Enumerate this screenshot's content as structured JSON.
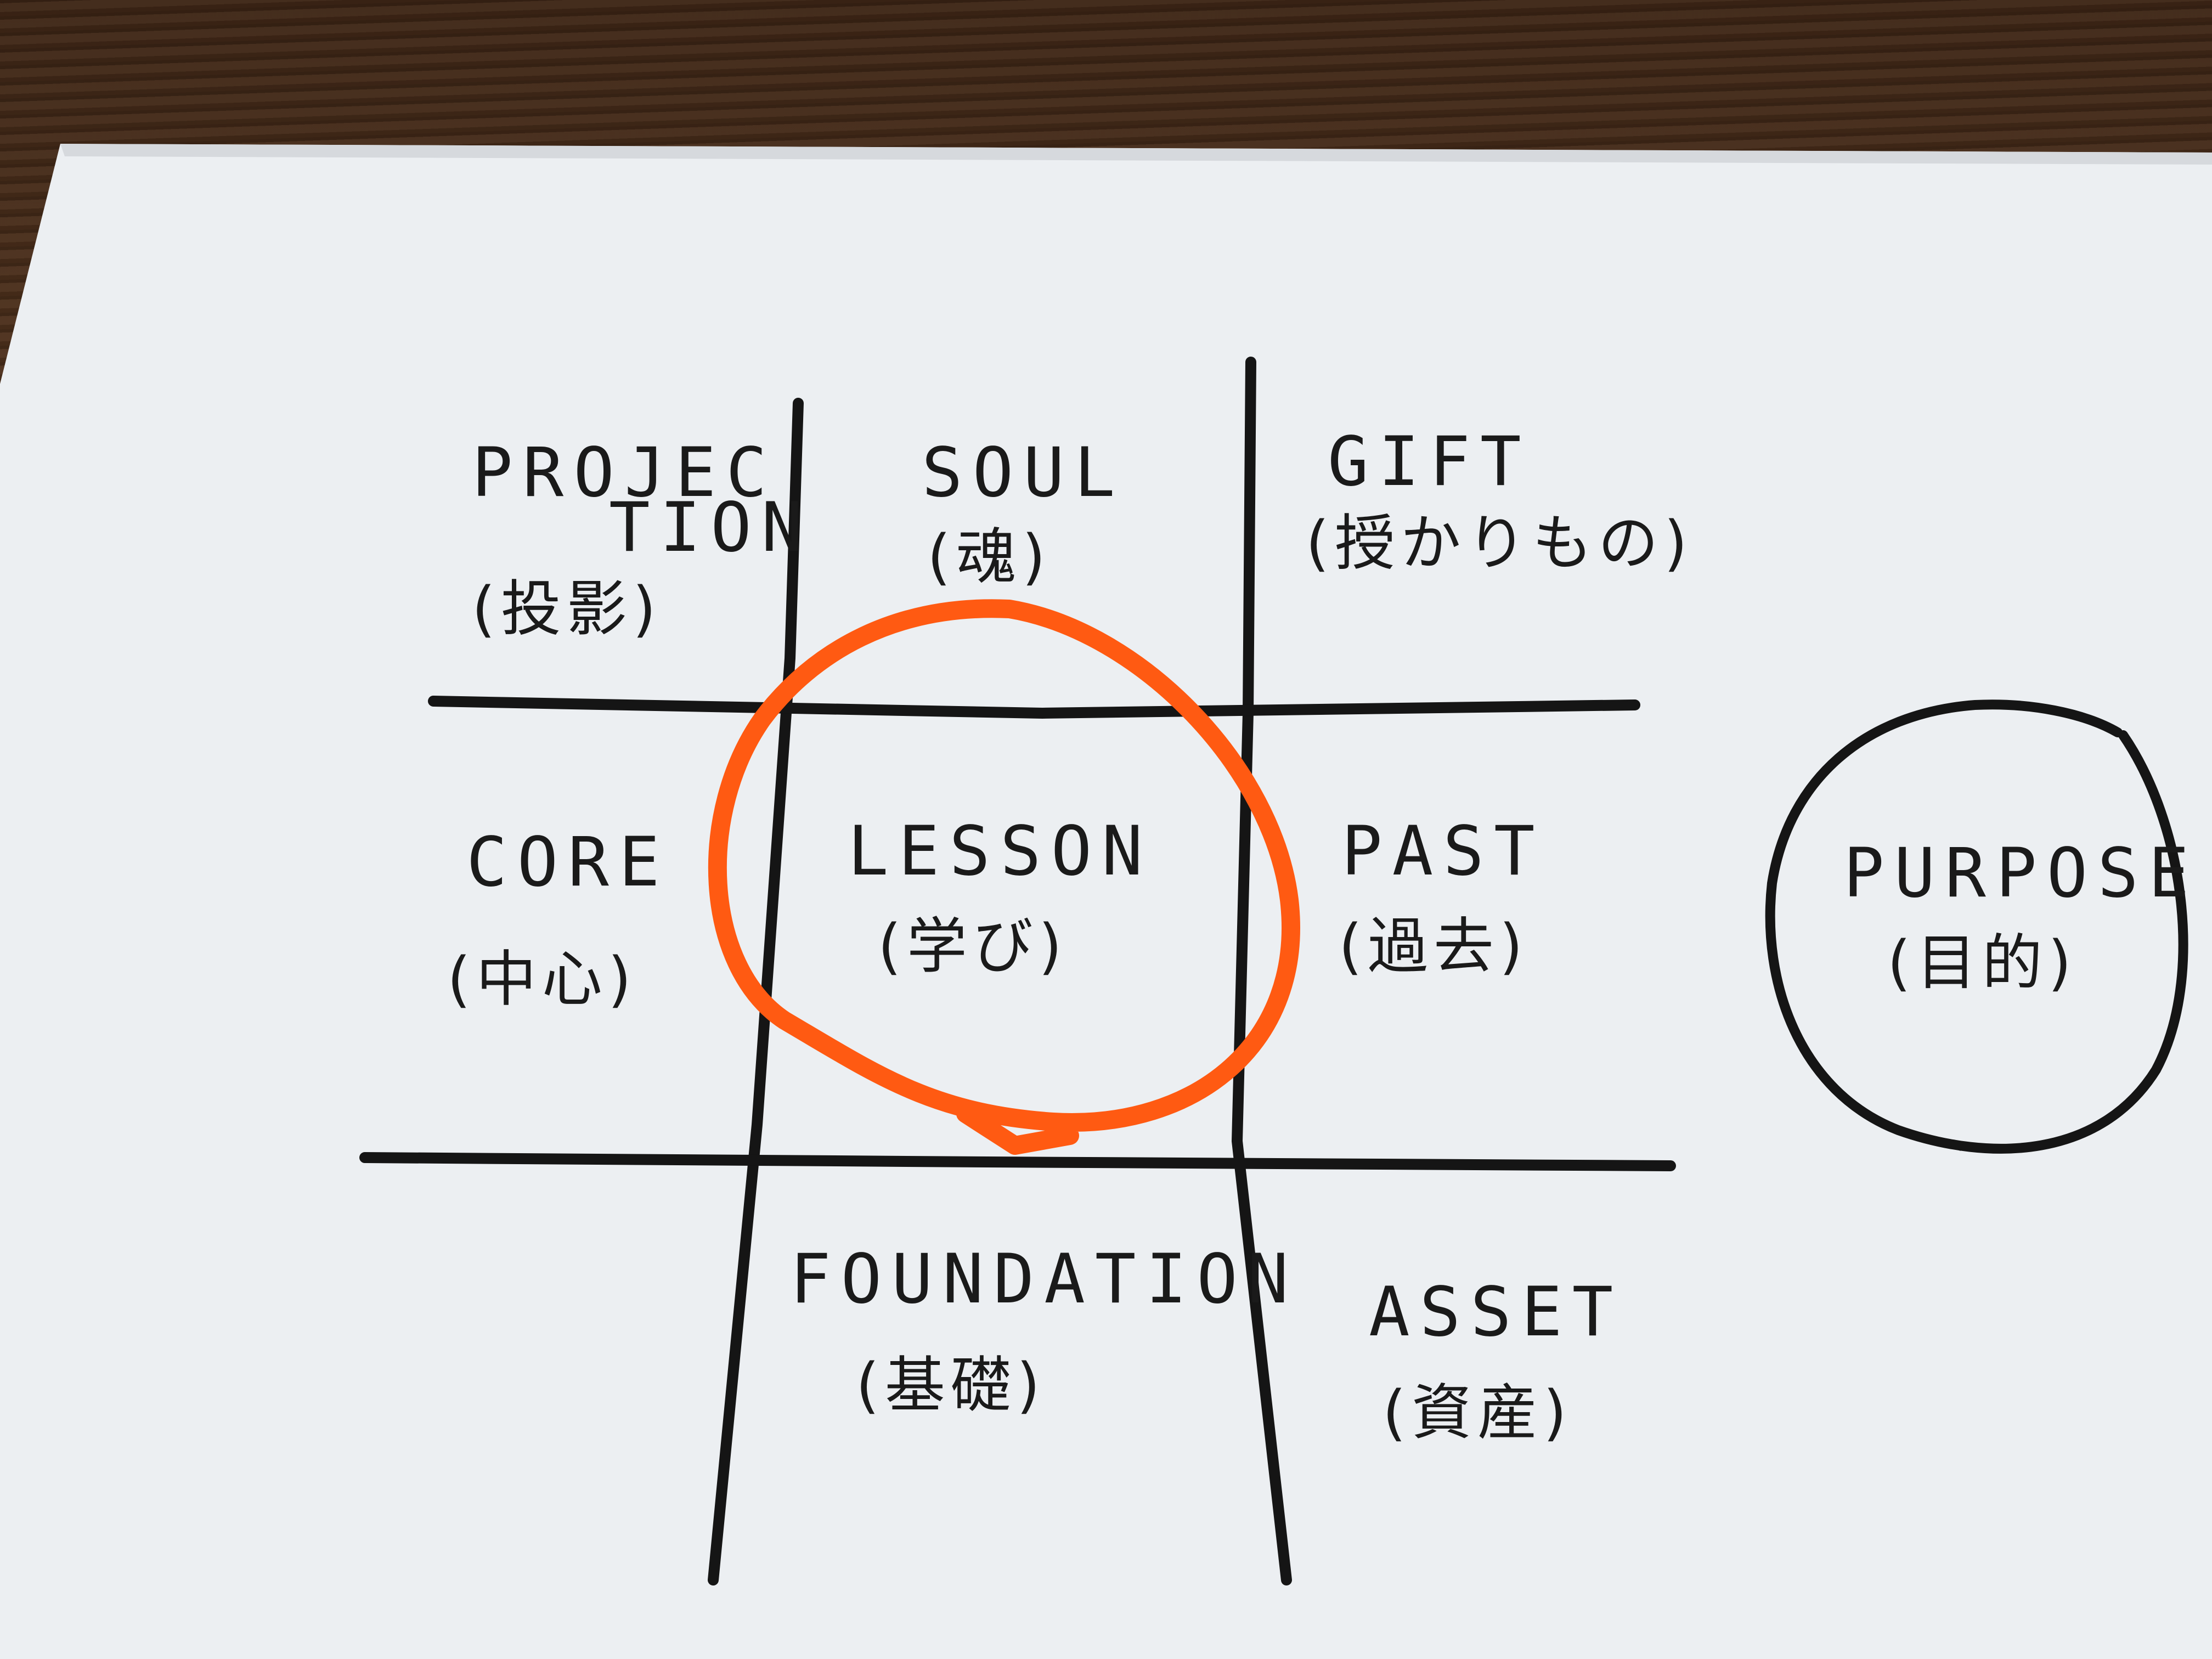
{
  "grid": {
    "projection_line1": "PROJEC",
    "projection_line2": "TION",
    "projection_sub": "(投影)",
    "soul": "SOUL",
    "soul_sub": "(魂)",
    "gift": "GIFT",
    "gift_sub": "(授かりもの)",
    "core": "CORE",
    "core_sub": "(中心)",
    "lesson": "LESSON",
    "lesson_sub": "(学び)",
    "past": "PAST",
    "past_sub": "(過去)",
    "foundation": "FOUNDATION",
    "foundation_sub": "(基礎)",
    "asset": "ASSET",
    "asset_sub": "(資産)"
  },
  "purpose": {
    "title": "PURPOSE",
    "sub": "(目的)"
  },
  "colors": {
    "ink": "#1a1a1a",
    "highlight": "#ff5a12",
    "paper": "#eef0f2"
  }
}
